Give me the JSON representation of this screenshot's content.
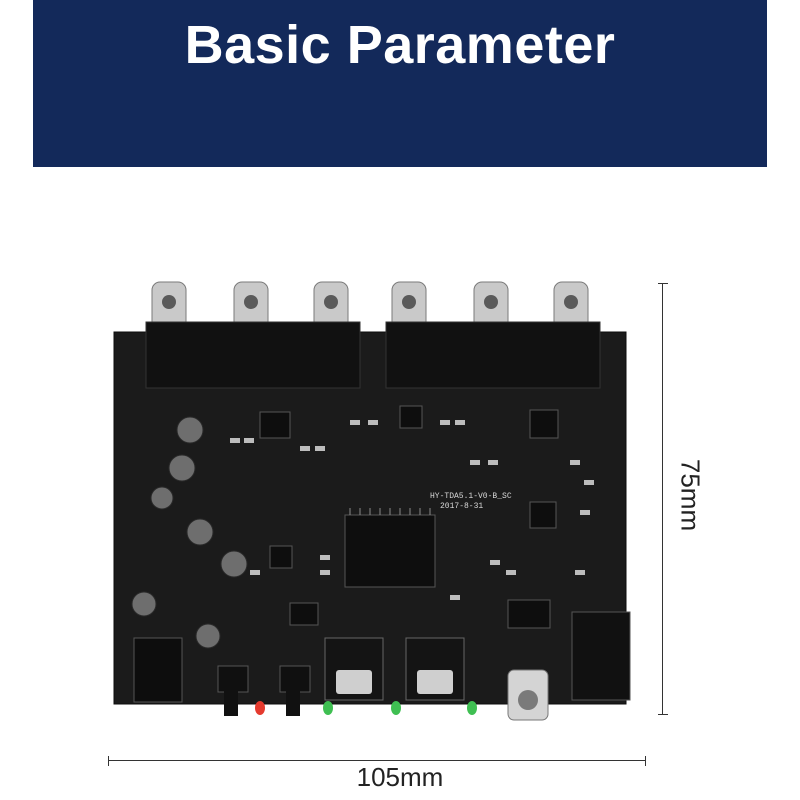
{
  "header": {
    "title": "Basic Parameter"
  },
  "board": {
    "silkscreen_model": "HY-TDA5.1-V0-B_SC",
    "silkscreen_date": "2017-8-31"
  },
  "dimensions": {
    "height_label": "75mm",
    "width_label": "105mm"
  },
  "colors": {
    "banner": "#13295a",
    "pcb": "#1b1b1b",
    "silkscreen": "#d8d8d8"
  }
}
